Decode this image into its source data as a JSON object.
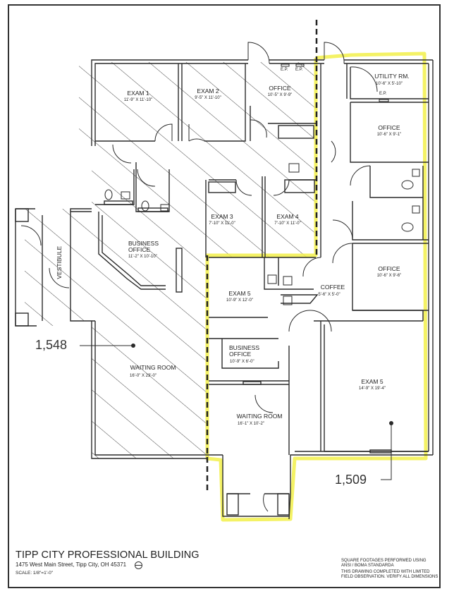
{
  "title_block": {
    "project_name": "TIPP CITY PROFESSIONAL BUILDING",
    "address": "1475 West Main Street, Tipp City, OH  45371",
    "scale": "SCALE: 1/8\"=1'-0\"",
    "notes": [
      "SQUARE FOOTAGES PERFORMED USING",
      "ANSI / BOMA STANDARDA",
      "THIS DRAWING COMPLETED WITH LIMITED",
      "FIELD OBSERVATION. VERIFY ALL DIMENSIONS"
    ]
  },
  "areas": {
    "left_suite": {
      "label": "1,548",
      "hatch": "diagonal"
    },
    "right_suite": {
      "label": "1,509",
      "highlight_color": "#f2f04a"
    }
  },
  "rooms": {
    "exam1": {
      "name": "EXAM 1",
      "dims": "11'-9\" X 11'-10\""
    },
    "exam2": {
      "name": "EXAM 2",
      "dims": "9'-5\" X 11'-10\""
    },
    "office_top": {
      "name": "OFFICE",
      "dims": "10'-5\" X 9'-9\""
    },
    "exam3": {
      "name": "EXAM 3",
      "dims": "7'-10\" X 11'-0\""
    },
    "exam4": {
      "name": "EXAM 4",
      "dims": "7'-10\" X 11'-0\""
    },
    "business_office_left": {
      "name1": "BUSINESS",
      "name2": "OFFICE",
      "dims": "11'-2\" X 10'-10\""
    },
    "vestibule": {
      "name": "VESTIBULE"
    },
    "waiting_left": {
      "name": "WAITING ROOM",
      "dims": "16'-0\" X 23'-0\""
    },
    "utility": {
      "name": "UTILITY RM.",
      "dims": "10'-6\" X 5'-10\""
    },
    "office_r1": {
      "name": "OFFICE",
      "dims": "10'-6\" X 9'-1\""
    },
    "office_r2": {
      "name": "OFFICE",
      "dims": "10'-6\" X 9'-6\""
    },
    "coffee": {
      "name": "COFFEE",
      "dims": "5'-6\" X 5'-0\""
    },
    "exam5_left": {
      "name": "EXAM 5",
      "dims": "10'-9\" X 12'-0\""
    },
    "business_office_right": {
      "name1": "BUSINESS",
      "name2": "OFFICE",
      "dims": "10'-9\" X 6'-0\""
    },
    "waiting_right": {
      "name": "WAITING ROOM",
      "dims": "16'-1\" X 10'-2\""
    },
    "exam5_right": {
      "name": "EXAM 5",
      "dims": "14'-9\" X 19'-4\""
    }
  },
  "electrical_panels": {
    "label": "E.P."
  },
  "colors": {
    "line": "#2a2a2a",
    "highlight": "#f2f04a",
    "paper": "#ffffff"
  }
}
